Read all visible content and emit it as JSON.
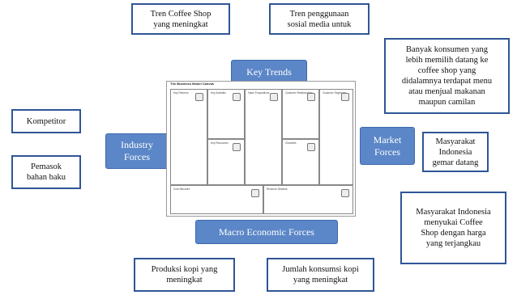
{
  "notes": {
    "tren_coffee_shop": "Tren Coffee Shop\nyang meningkat",
    "tren_sosial_media": "Tren penggunaan\nsosial media untuk",
    "banyak_konsumen": "Banyak konsumen yang\nlebih memilih datang ke\ncoffee shop yang\ndidalamnya terdapat menu\natau menjual makanan\nmaupun camilan",
    "kompetitor": "Kompetitor",
    "pemasok": "Pemasok\nbahan baku",
    "masyarakat_gemar": "Masyarakat\nIndonesia\ngemar datang",
    "masyarakat_menyukai": "Masyarakat Indonesia\nmenyukai Coffee\nShop dengan harga\nyang terjangkau",
    "produksi_kopi": "Produksi kopi yang\nmeningkat",
    "jumlah_konsumsi": "Jumlah konsumsi kopi\nyang meningkat"
  },
  "forces": {
    "key_trends": "Key Trends",
    "industry_forces": "Industry\nForces",
    "market_forces": "Market\nForces",
    "macro_economic_forces": "Macro Economic Forces"
  },
  "canvas": {
    "title": "The Business Model Canvas",
    "cells": {
      "key_partners": "Key\nPartners",
      "key_activities": "Key\nActivities",
      "key_resources": "Key\nResources",
      "value_propositions": "Value\nPropositions",
      "customer_relationships": "Customer\nRelationships",
      "channels": "Channels",
      "customer_segments": "Customer\nSegments",
      "cost_structure": "Cost\nStructure",
      "revenue_streams": "Revenue\nStreams"
    }
  }
}
